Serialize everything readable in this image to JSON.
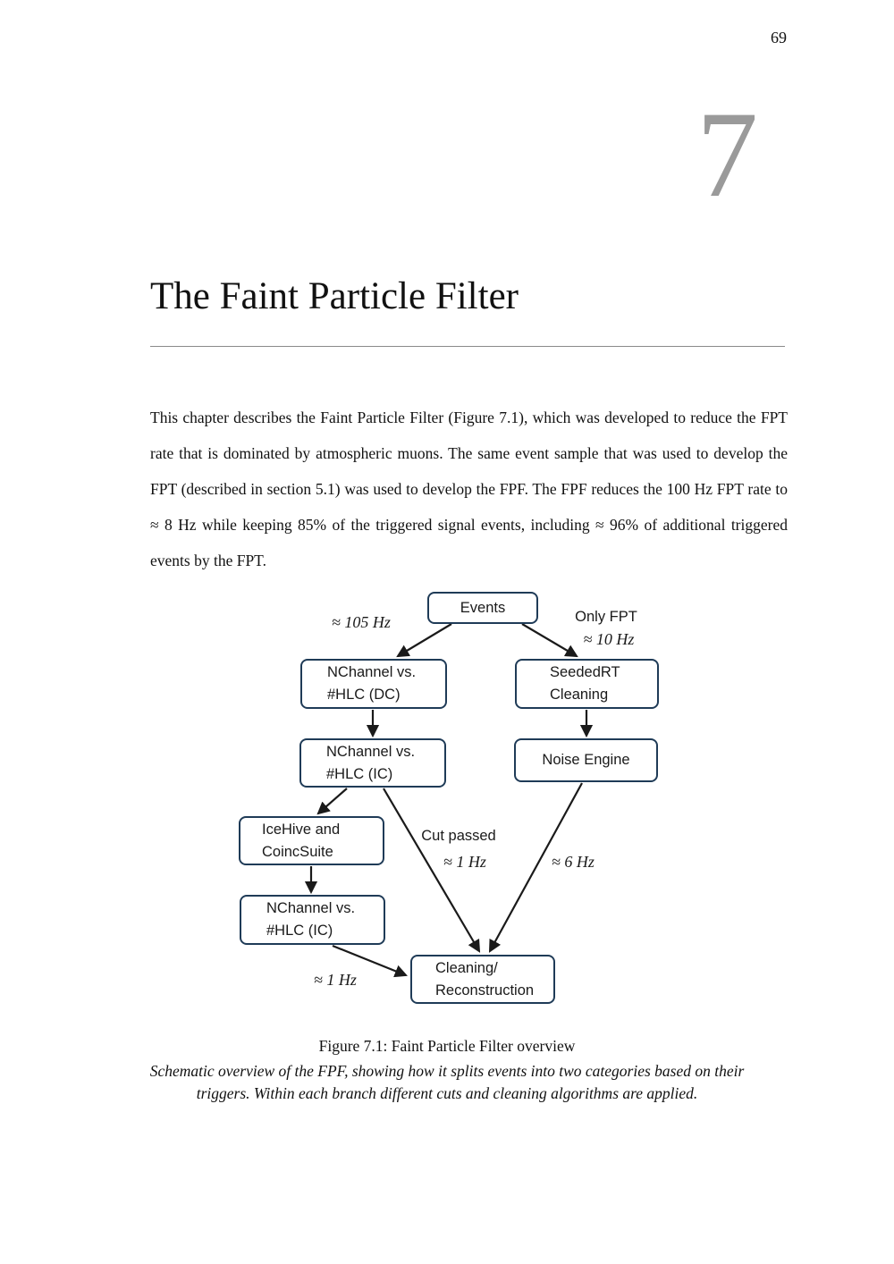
{
  "page": {
    "number": "69",
    "chapter_number": "7",
    "chapter_title": "The Faint Particle Filter",
    "body_text": "This chapter describes the Faint Particle Filter (Figure 7.1), which was developed to reduce the FPT rate that is dominated by atmospheric muons. The same event sample that was used to develop the FPT (described in section 5.1) was used to develop the FPF. The FPF reduces the 100 Hz FPT rate to ≈ 8 Hz while keeping 85% of the triggered signal events, including ≈ 96% of additional triggered events by the FPT."
  },
  "figure": {
    "nodes": {
      "events": "Events",
      "nchannel_dc": "NChannel vs.\n#HLC (DC)",
      "seededrt": "SeededRT\nCleaning",
      "nchannel_ic_upper": "NChannel vs.\n#HLC  (IC)",
      "noise_engine": "Noise Engine",
      "icehive": "IceHive and\nCoincSuite",
      "nchannel_ic_lower": "NChannel vs.\n#HLC  (IC)",
      "cleaning": "Cleaning/\nReconstruction"
    },
    "labels": {
      "rate_left": "≈ 105 Hz",
      "only_fpt": "Only FPT",
      "rate_right": "≈ 10 Hz",
      "cut_passed": "Cut passed",
      "rate_cut": "≈ 1 Hz",
      "rate_noise": "≈ 6 Hz",
      "rate_bottom": "≈ 1 Hz"
    },
    "caption_title": "Figure 7.1: Faint Particle Filter overview",
    "caption_body": "Schematic overview of the FPF, showing how it splits events into two categories based on their triggers. Within each branch different cuts and cleaning algorithms are applied."
  },
  "colors": {
    "node_border": "#1f3b57",
    "arrow": "#1a1a1a",
    "chapter_number": "#9a9a9a"
  }
}
